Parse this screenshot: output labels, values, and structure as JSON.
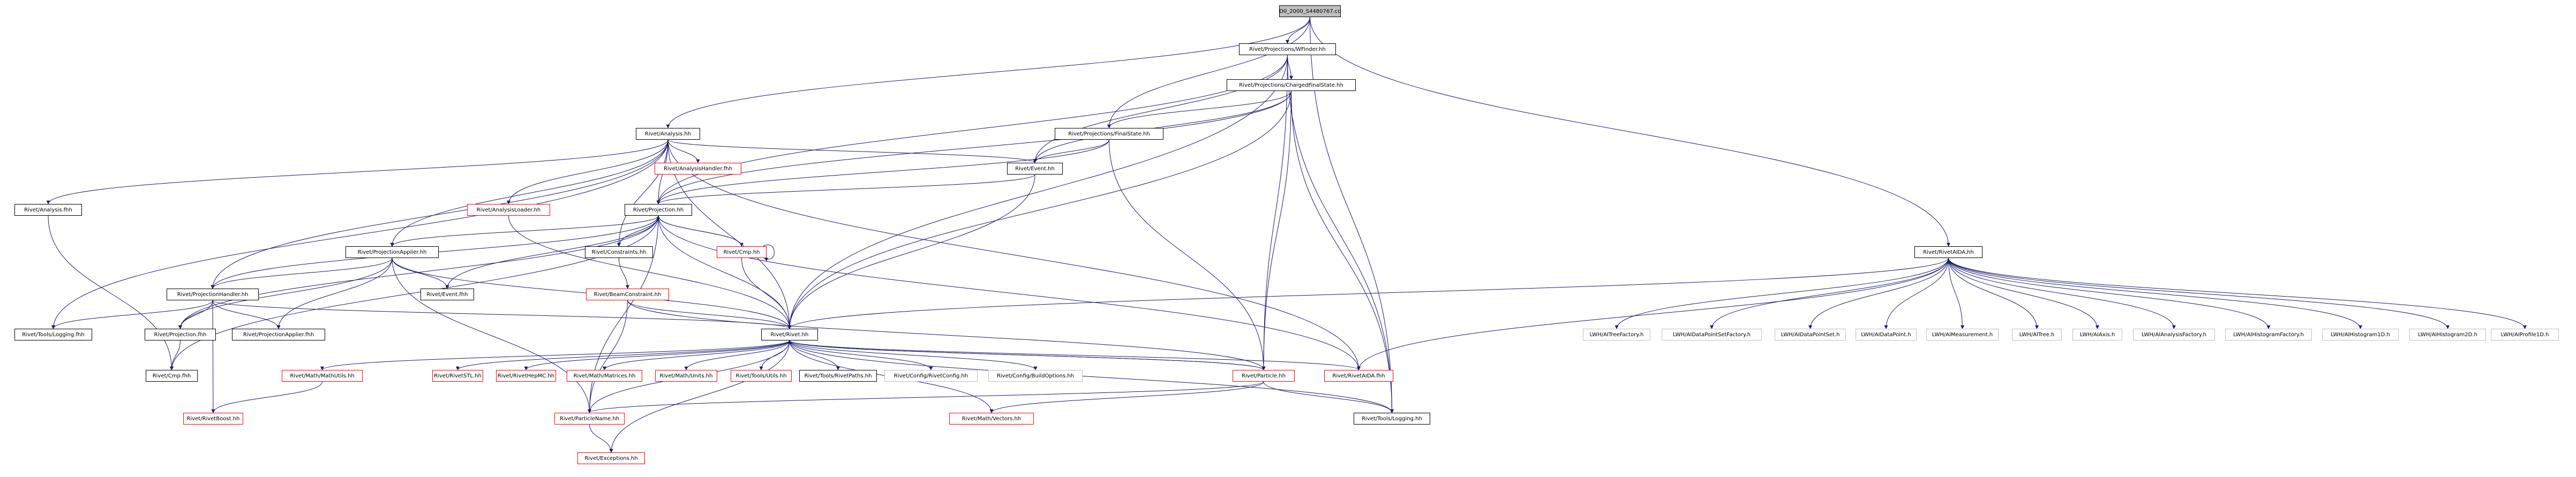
{
  "diagram": {
    "nodes": [
      {
        "id": "root",
        "label": "D0_2000_S4480767.cc",
        "style": "root"
      },
      {
        "id": "wfinder",
        "label": "Rivet/Projections/WFinder.hh",
        "style": "black"
      },
      {
        "id": "rivetaida",
        "label": "Rivet/RivetAIDA.hh",
        "style": "black"
      },
      {
        "id": "chargedfs",
        "label": "Rivet/Projections/ChargedFinalState.hh",
        "style": "black"
      },
      {
        "id": "analysis",
        "label": "Rivet/Analysis.hh",
        "style": "black"
      },
      {
        "id": "finalstate",
        "label": "Rivet/Projections/FinalState.hh",
        "style": "black"
      },
      {
        "id": "analysishandler",
        "label": "Rivet/AnalysisHandler.fhh",
        "style": "red"
      },
      {
        "id": "event",
        "label": "Rivet/Event.hh",
        "style": "black"
      },
      {
        "id": "analysisfhh",
        "label": "Rivet/Analysis.fhh",
        "style": "black"
      },
      {
        "id": "analysisloader",
        "label": "Rivet/AnalysisLoader.hh",
        "style": "red"
      },
      {
        "id": "projection",
        "label": "Rivet/Projection.hh",
        "style": "black"
      },
      {
        "id": "projapplier",
        "label": "Rivet/ProjectionApplier.hh",
        "style": "black"
      },
      {
        "id": "constraints",
        "label": "Rivet/Constraints.hh",
        "style": "black"
      },
      {
        "id": "cmphh",
        "label": "Rivet/Cmp.hh",
        "style": "red"
      },
      {
        "id": "projhandler",
        "label": "Rivet/ProjectionHandler.hh",
        "style": "black"
      },
      {
        "id": "eventfhh",
        "label": "Rivet/Event.fhh",
        "style": "black"
      },
      {
        "id": "beamconstraint",
        "label": "Rivet/BeamConstraint.hh",
        "style": "red"
      },
      {
        "id": "toolslogfhh",
        "label": "Rivet/Tools/Logging.fhh",
        "style": "black"
      },
      {
        "id": "projfhh",
        "label": "Rivet/Projection.fhh",
        "style": "black"
      },
      {
        "id": "projapplierfhh",
        "label": "Rivet/ProjectionApplier.fhh",
        "style": "black"
      },
      {
        "id": "rivethh",
        "label": "Rivet/Rivet.hh",
        "style": "black"
      },
      {
        "id": "cmpfhh",
        "label": "Rivet/Cmp.fhh",
        "style": "black"
      },
      {
        "id": "mathutils",
        "label": "Rivet/Math/MathUtils.hh",
        "style": "red"
      },
      {
        "id": "rivetstl",
        "label": "Rivet/RivetSTL.hh",
        "style": "red"
      },
      {
        "id": "rivethepmc",
        "label": "Rivet/RivetHepMC.hh",
        "style": "red"
      },
      {
        "id": "matrices",
        "label": "Rivet/Math/Matrices.hh",
        "style": "red"
      },
      {
        "id": "units",
        "label": "Rivet/Math/Units.hh",
        "style": "red"
      },
      {
        "id": "toolsutils",
        "label": "Rivet/Tools/Utils.hh",
        "style": "red"
      },
      {
        "id": "rivetpaths",
        "label": "Rivet/Tools/RivetPaths.hh",
        "style": "black"
      },
      {
        "id": "rivetconfig",
        "label": "Rivet/Config/RivetConfig.hh",
        "style": "lightgray"
      },
      {
        "id": "buildoptions",
        "label": "Rivet/Config/BuildOptions.hh",
        "style": "lightgray"
      },
      {
        "id": "particle",
        "label": "Rivet/Particle.hh",
        "style": "red"
      },
      {
        "id": "rivetaidafhh",
        "label": "Rivet/RivetAIDA.fhh",
        "style": "red"
      },
      {
        "id": "rivetboost",
        "label": "Rivet/RivetBoost.hh",
        "style": "red"
      },
      {
        "id": "particlename",
        "label": "Rivet/ParticleName.hh",
        "style": "red"
      },
      {
        "id": "vectors",
        "label": "Rivet/Math/Vectors.hh",
        "style": "red"
      },
      {
        "id": "toolslogging",
        "label": "Rivet/Tools/Logging.hh",
        "style": "black"
      },
      {
        "id": "exceptions",
        "label": "Rivet/Exceptions.hh",
        "style": "red"
      },
      {
        "id": "treefactory",
        "label": "LWH/AITreeFactory.h",
        "style": "lightgray"
      },
      {
        "id": "dpsfactory",
        "label": "LWH/AIDataPointSetFactory.h",
        "style": "lightgray"
      },
      {
        "id": "dps",
        "label": "LWH/AIDataPointSet.h",
        "style": "lightgray"
      },
      {
        "id": "dp",
        "label": "LWH/AIDataPoint.h",
        "style": "lightgray"
      },
      {
        "id": "measurement",
        "label": "LWH/AIMeasurement.h",
        "style": "lightgray"
      },
      {
        "id": "tree",
        "label": "LWH/AITree.h",
        "style": "lightgray"
      },
      {
        "id": "axis",
        "label": "LWH/AIAxis.h",
        "style": "lightgray"
      },
      {
        "id": "analysisfactory",
        "label": "LWH/AIAnalysisFactory.h",
        "style": "lightgray"
      },
      {
        "id": "histfactory",
        "label": "LWH/AIHistogramFactory.h",
        "style": "lightgray"
      },
      {
        "id": "hist1d",
        "label": "LWH/AIHistogram1D.h",
        "style": "lightgray"
      },
      {
        "id": "hist2d",
        "label": "LWH/AIHistogram2D.h",
        "style": "lightgray"
      },
      {
        "id": "profile1d",
        "label": "LWH/AIProfile1D.h",
        "style": "lightgray"
      }
    ],
    "edges": [
      [
        "root",
        "wfinder"
      ],
      [
        "root",
        "analysis"
      ],
      [
        "root",
        "finalstate"
      ],
      [
        "root",
        "rivetaida"
      ],
      [
        "root",
        "toolslogging"
      ],
      [
        "wfinder",
        "chargedfs"
      ],
      [
        "wfinder",
        "event"
      ],
      [
        "wfinder",
        "projection"
      ],
      [
        "wfinder",
        "rivethh"
      ],
      [
        "wfinder",
        "particle"
      ],
      [
        "wfinder",
        "toolslogging"
      ],
      [
        "chargedfs",
        "finalstate"
      ],
      [
        "chargedfs",
        "event"
      ],
      [
        "chargedfs",
        "projection"
      ],
      [
        "chargedfs",
        "rivethh"
      ],
      [
        "chargedfs",
        "particle"
      ],
      [
        "chargedfs",
        "toolslogging"
      ],
      [
        "finalstate",
        "event"
      ],
      [
        "finalstate",
        "projection"
      ],
      [
        "finalstate",
        "particle"
      ],
      [
        "analysis",
        "analysisfhh"
      ],
      [
        "analysis",
        "toolslogfhh"
      ],
      [
        "analysis",
        "projhandler"
      ],
      [
        "analysis",
        "projapplier"
      ],
      [
        "analysis",
        "analysishandler"
      ],
      [
        "analysis",
        "analysisloader"
      ],
      [
        "analysis",
        "event"
      ],
      [
        "analysis",
        "projection"
      ],
      [
        "analysis",
        "constraints"
      ],
      [
        "analysis",
        "rivethh"
      ],
      [
        "analysis",
        "rivetaidafhh"
      ],
      [
        "event",
        "projection"
      ],
      [
        "event",
        "rivethh"
      ],
      [
        "analysisfhh",
        "cmpfhh"
      ],
      [
        "analysisloader",
        "rivethh"
      ],
      [
        "projection",
        "projapplier"
      ],
      [
        "projection",
        "projhandler"
      ],
      [
        "projection",
        "constraints"
      ],
      [
        "projection",
        "cmphh"
      ],
      [
        "projection",
        "eventfhh"
      ],
      [
        "projection",
        "projfhh"
      ],
      [
        "projection",
        "rivethh"
      ],
      [
        "projection",
        "cmpfhh"
      ],
      [
        "projection",
        "particlename"
      ],
      [
        "projection",
        "rivetaidafhh"
      ],
      [
        "cmphh",
        "projection"
      ],
      [
        "cmphh",
        "cmphh"
      ],
      [
        "cmphh",
        "rivethh"
      ],
      [
        "projapplier",
        "projhandler"
      ],
      [
        "projapplier",
        "eventfhh"
      ],
      [
        "projapplier",
        "projfhh"
      ],
      [
        "projapplier",
        "projapplierfhh"
      ],
      [
        "projapplier",
        "rivethh"
      ],
      [
        "projapplier",
        "particlename"
      ],
      [
        "projhandler",
        "toolslogfhh"
      ],
      [
        "projhandler",
        "projfhh"
      ],
      [
        "projhandler",
        "projapplierfhh"
      ],
      [
        "projhandler",
        "rivethh"
      ],
      [
        "projhandler",
        "rivetboost"
      ],
      [
        "constraints",
        "beamconstraint"
      ],
      [
        "beamconstraint",
        "rivethh"
      ],
      [
        "beamconstraint",
        "particle"
      ],
      [
        "beamconstraint",
        "particlename"
      ],
      [
        "projfhh",
        "cmpfhh"
      ],
      [
        "rivethh",
        "mathutils"
      ],
      [
        "rivethh",
        "rivetstl"
      ],
      [
        "rivethh",
        "rivethepmc"
      ],
      [
        "rivethh",
        "matrices"
      ],
      [
        "rivethh",
        "units"
      ],
      [
        "rivethh",
        "toolsutils"
      ],
      [
        "rivethh",
        "rivetpaths"
      ],
      [
        "rivethh",
        "rivetconfig"
      ],
      [
        "rivethh",
        "buildoptions"
      ],
      [
        "rivethh",
        "particle"
      ],
      [
        "rivethh",
        "rivetaidafhh"
      ],
      [
        "rivethh",
        "particlename"
      ],
      [
        "rivethh",
        "vectors"
      ],
      [
        "rivethh",
        "exceptions"
      ],
      [
        "rivethh",
        "toolslogging"
      ],
      [
        "particle",
        "rivethh"
      ],
      [
        "particle",
        "particlename"
      ],
      [
        "particle",
        "vectors"
      ],
      [
        "particle",
        "toolslogging"
      ],
      [
        "mathutils",
        "rivetboost"
      ],
      [
        "particlename",
        "exceptions"
      ],
      [
        "rivetaida",
        "rivethh"
      ],
      [
        "rivetaida",
        "rivetaidafhh"
      ],
      [
        "rivetaida",
        "treefactory"
      ],
      [
        "rivetaida",
        "dpsfactory"
      ],
      [
        "rivetaida",
        "dps"
      ],
      [
        "rivetaida",
        "dp"
      ],
      [
        "rivetaida",
        "measurement"
      ],
      [
        "rivetaida",
        "tree"
      ],
      [
        "rivetaida",
        "axis"
      ],
      [
        "rivetaida",
        "analysisfactory"
      ],
      [
        "rivetaida",
        "histfactory"
      ],
      [
        "rivetaida",
        "hist1d"
      ],
      [
        "rivetaida",
        "hist2d"
      ],
      [
        "rivetaida",
        "profile1d"
      ]
    ]
  }
}
